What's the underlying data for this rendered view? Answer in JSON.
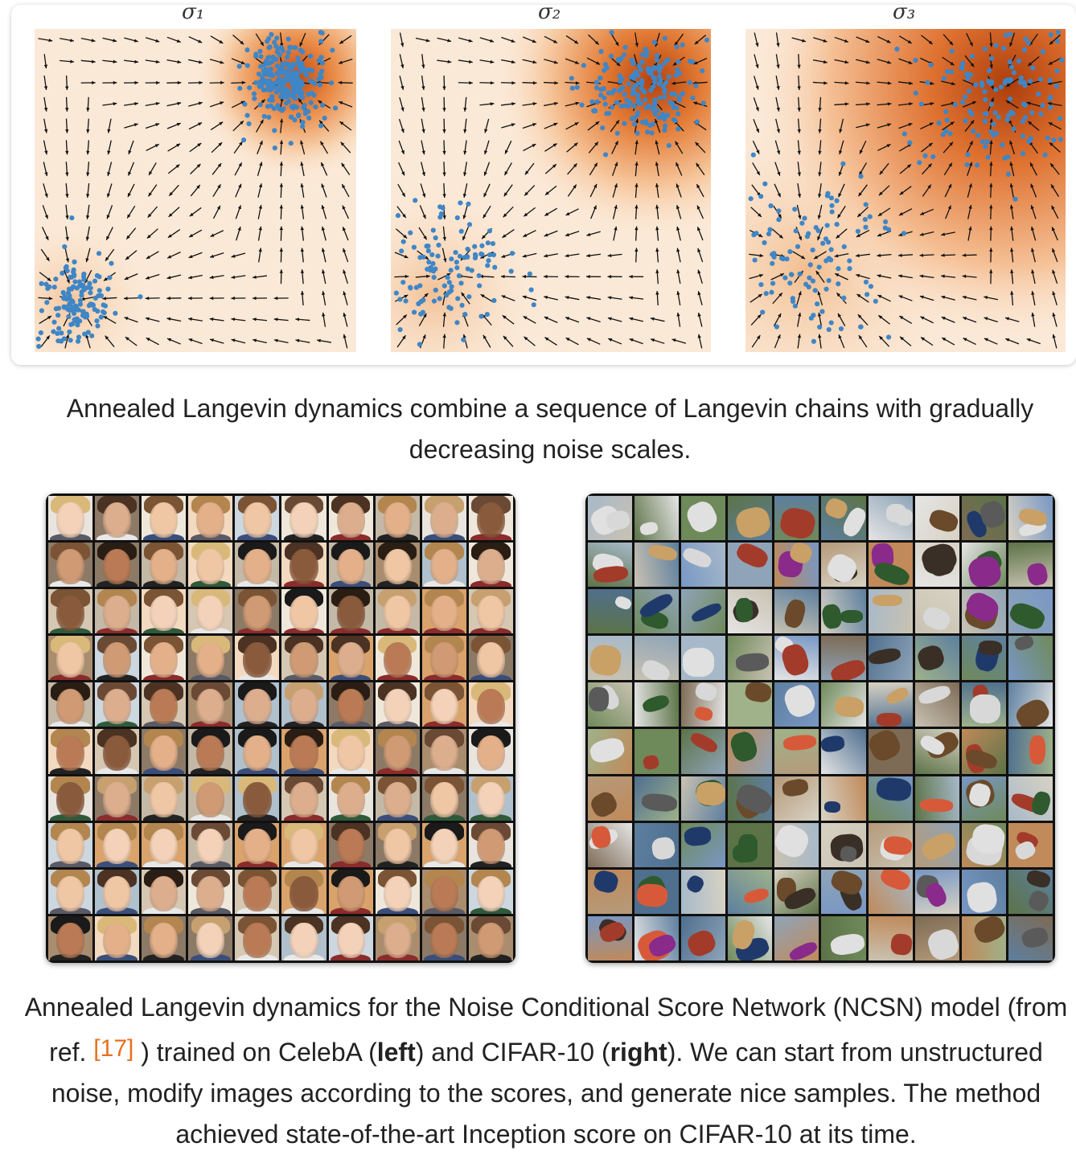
{
  "figure1": {
    "panel_titles": [
      "σ₁",
      "σ₂",
      "σ₃"
    ],
    "colors": {
      "density": "#c9521c",
      "background": "#fbe9d7",
      "samples": "#3f86c6",
      "arrows": "#111111"
    },
    "icon": "vector-field-arrow"
  },
  "caption1": "Annealed Langevin dynamics combine a sequence of Langevin chains with gradually decreasing noise scales.",
  "figure2": {
    "left_grid": {
      "name": "CelebA samples",
      "rows": 10,
      "cols": 10
    },
    "right_grid": {
      "name": "CIFAR-10 samples",
      "rows": 10,
      "cols": 10
    }
  },
  "caption2": {
    "part1": "Annealed Langevin dynamics for the Noise Conditional Score Network (NCSN) model (from ref. ",
    "ref": "[17]",
    "part2": " ) trained on CelebA (",
    "bold_left": "left",
    "part3": ") and CIFAR-10 (",
    "bold_right": "right",
    "part4": "). We can start from unstructured noise, modify images according to the scores, and generate nice samples. The method achieved state-of-the-art Inception score on CIFAR-10 at its time."
  }
}
